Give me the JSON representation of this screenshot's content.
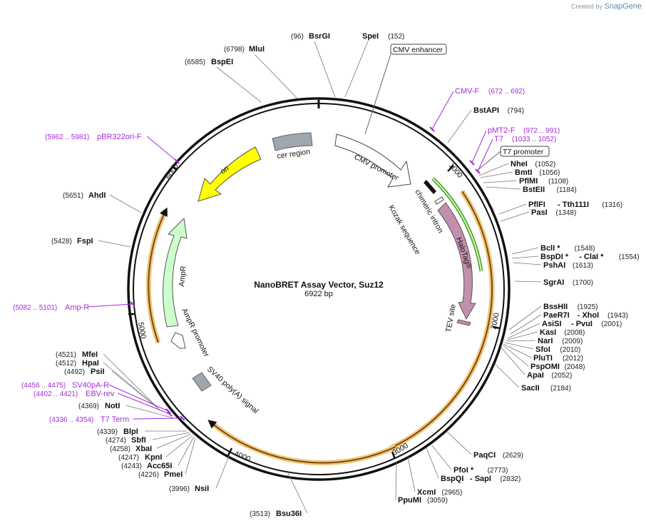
{
  "credit": {
    "prefix": "Created by",
    "brand": "SnapGene"
  },
  "title": "NanoBRET Assay Vector, Suz12",
  "length_label": "6922 bp",
  "tick_labels": [
    "1000",
    "2000",
    "3000",
    "4000",
    "5000",
    "6000"
  ],
  "features": [
    {
      "name": "CMV enhancer",
      "color": "#ffffff"
    },
    {
      "name": "CMV promoter",
      "color": "#ffffff"
    },
    {
      "name": "chimeric intron",
      "color": "#ffffff"
    },
    {
      "name": "Kozak sequence",
      "color": "#ffffff"
    },
    {
      "name": "HaloTag®",
      "color": "#c28fad"
    },
    {
      "name": "TEV site",
      "color": "#c28fad"
    },
    {
      "name": "SV40 poly(A) signal",
      "color": "#a0a6ad"
    },
    {
      "name": "AmpR promoter",
      "color": "#ffffff"
    },
    {
      "name": "AmpR",
      "color": "#ccffcc"
    },
    {
      "name": "ori",
      "color": "#ffff00"
    },
    {
      "name": "cer region",
      "color": "#a0a6ad"
    },
    {
      "name": "T7 promoter",
      "color": "#ffffff"
    }
  ],
  "right_sites": [
    {
      "name": "BstAPI",
      "pos": "(794)"
    },
    {
      "name": "NheI",
      "pos": "(1052)"
    },
    {
      "name": "BmtI",
      "pos": "(1056)"
    },
    {
      "name": "PflMI",
      "pos": "(1108)"
    },
    {
      "name": "BstEII",
      "pos": "(1184)"
    },
    {
      "name": "PflFI",
      "name2": "Tth111I",
      "pos": "(1316)"
    },
    {
      "name": "PasI",
      "pos": "(1348)"
    },
    {
      "name": "BclI *",
      "pos": "(1548)"
    },
    {
      "name": "BspDI *",
      "name2": "ClaI *",
      "pos": "(1554)"
    },
    {
      "name": "PshAI",
      "pos": "(1613)"
    },
    {
      "name": "SgrAI",
      "pos": "(1700)"
    },
    {
      "name": "BssHII",
      "pos": "(1925)"
    },
    {
      "name": "PaeR7I",
      "name2": "XhoI",
      "pos": "(1943)"
    },
    {
      "name": "AsiSI",
      "name2": "PvuI",
      "pos": "(2001)"
    },
    {
      "name": "KasI",
      "pos": "(2008)"
    },
    {
      "name": "NarI",
      "pos": "(2009)"
    },
    {
      "name": "SfoI",
      "pos": "(2010)"
    },
    {
      "name": "PluTI",
      "pos": "(2012)"
    },
    {
      "name": "PspOMI",
      "pos": "(2048)"
    },
    {
      "name": "ApaI",
      "pos": "(2052)"
    },
    {
      "name": "SacII",
      "pos": "(2184)"
    },
    {
      "name": "PaqCI",
      "pos": "(2629)"
    },
    {
      "name": "PfoI *",
      "pos": "(2773)"
    },
    {
      "name": "BspQI",
      "name2": "SapI",
      "pos": "(2832)"
    },
    {
      "name": "XcmI",
      "pos": "(2965)"
    },
    {
      "name": "PpuMI",
      "pos": "(3059)"
    }
  ],
  "top_sites": [
    {
      "name": "BsrGI",
      "pos": "(96)"
    },
    {
      "name": "SpeI",
      "pos": "(152)"
    },
    {
      "name": "MluI",
      "pos": "(6798)"
    },
    {
      "name": "BspEI",
      "pos": "(6585)"
    }
  ],
  "left_sites": [
    {
      "name": "AhdI",
      "pos": "(5651)"
    },
    {
      "name": "FspI",
      "pos": "(5428)"
    },
    {
      "name": "MfeI",
      "pos": "(4521)"
    },
    {
      "name": "HpaI",
      "pos": "(4512)"
    },
    {
      "name": "PsiI",
      "pos": "(4492)"
    },
    {
      "name": "NotI",
      "pos": "(4369)"
    },
    {
      "name": "BlpI",
      "pos": "(4339)"
    },
    {
      "name": "SbfI",
      "pos": "(4274)"
    },
    {
      "name": "XbaI",
      "pos": "(4258)"
    },
    {
      "name": "KpnI",
      "pos": "(4247)"
    },
    {
      "name": "Acc65I",
      "pos": "(4243)"
    },
    {
      "name": "PmeI",
      "pos": "(4226)"
    },
    {
      "name": "NsiI",
      "pos": "(3996)"
    },
    {
      "name": "Bsu36I",
      "pos": "(3513)"
    }
  ],
  "primers": [
    {
      "name": "CMV-F",
      "pos": "(672 .. 692)"
    },
    {
      "name": "pMT2-F",
      "pos": "(972 .. 991)"
    },
    {
      "name": "T7",
      "pos": "(1033 .. 1052)"
    },
    {
      "name": "pBR322ori-F",
      "pos": "(5962 .. 5981)"
    },
    {
      "name": "Amp-R",
      "pos": "(5082 .. 5101)"
    },
    {
      "name": "SV40pA-R",
      "pos": "(4456 .. 4475)"
    },
    {
      "name": "EBV-rev",
      "pos": "(4402 .. 4421)"
    },
    {
      "name": "T7 Term",
      "pos": "(4336 .. 4354)"
    }
  ],
  "colors": {
    "backbone": "#111111",
    "primer": "#a32cd8",
    "orf_arc": "#e8a23a",
    "halo_band": "#3fa11b"
  }
}
